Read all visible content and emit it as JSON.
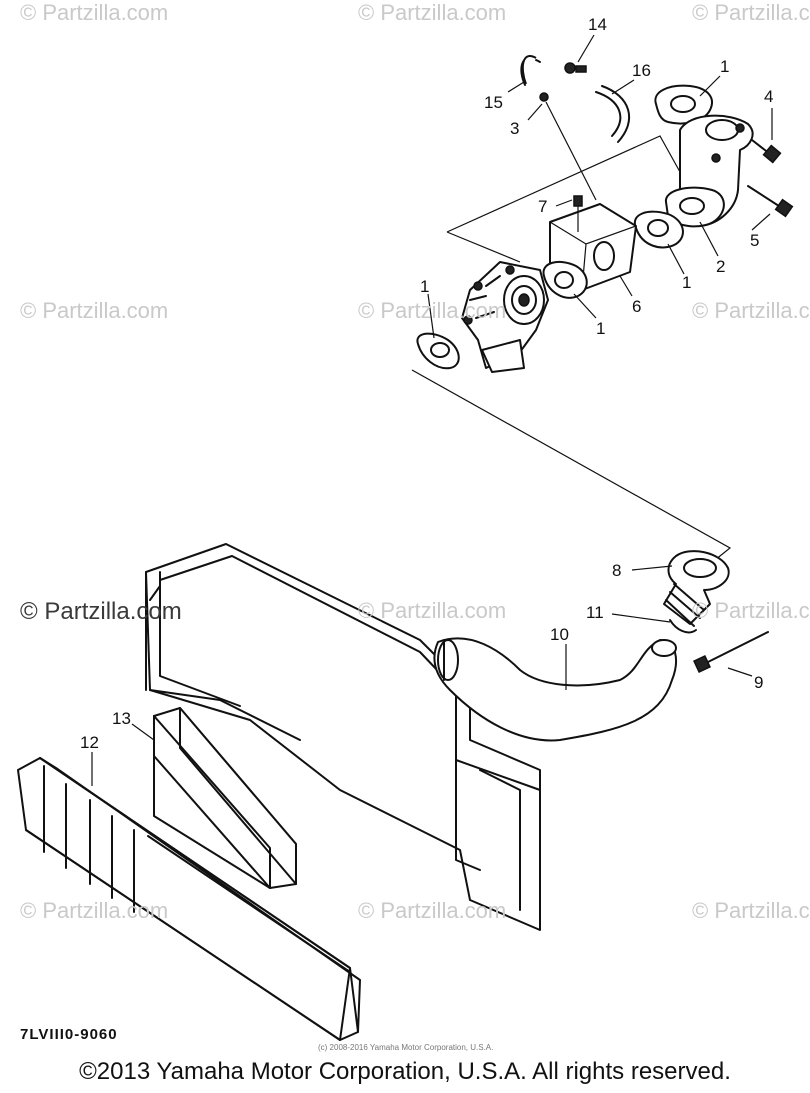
{
  "watermarks": {
    "text": "© Partzilla.com",
    "prominent": "© Partzilla.com"
  },
  "callouts": [
    {
      "id": "c14",
      "label": "14"
    },
    {
      "id": "c16",
      "label": "16"
    },
    {
      "id": "c1a",
      "label": "1"
    },
    {
      "id": "c4",
      "label": "4"
    },
    {
      "id": "c15",
      "label": "15"
    },
    {
      "id": "c3",
      "label": "3"
    },
    {
      "id": "c7",
      "label": "7"
    },
    {
      "id": "c5",
      "label": "5"
    },
    {
      "id": "c2",
      "label": "2"
    },
    {
      "id": "c1b",
      "label": "1"
    },
    {
      "id": "c6",
      "label": "6"
    },
    {
      "id": "c1c",
      "label": "1"
    },
    {
      "id": "c1d",
      "label": "1"
    },
    {
      "id": "c8",
      "label": "8"
    },
    {
      "id": "c11",
      "label": "11"
    },
    {
      "id": "c10",
      "label": "10"
    },
    {
      "id": "c9",
      "label": "9"
    },
    {
      "id": "c13",
      "label": "13"
    },
    {
      "id": "c12",
      "label": "12"
    }
  ],
  "diagram_code": "7LVIII0-9060",
  "fine_print": "(c) 2008-2016 Yamaha Motor Corporation, U.S.A.",
  "copyright": "©2013 Yamaha Motor Corporation, U.S.A. All rights reserved."
}
